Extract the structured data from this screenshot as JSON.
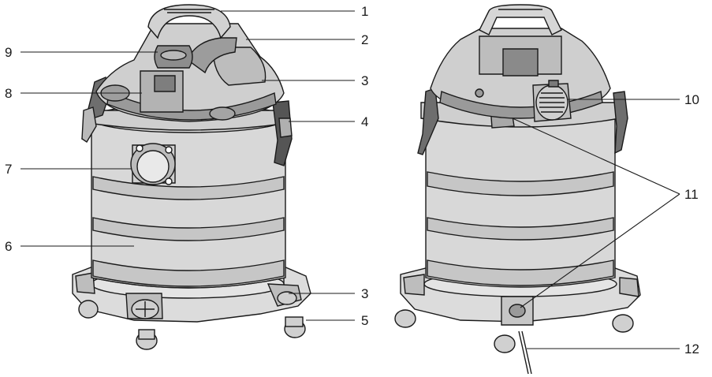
{
  "callouts": {
    "c1": "1",
    "c2": "2",
    "c3a": "3",
    "c4": "4",
    "c5": "5",
    "c6": "6",
    "c7": "7",
    "c8": "8",
    "c9": "9",
    "c3b": "3",
    "c10": "10",
    "c11": "11",
    "c12": "12"
  },
  "colors": {
    "tank": "#d8d8d8",
    "tank_band": "#c4c4c4",
    "head": "#cfcfcf",
    "dark_part": "#8a8a8a",
    "outline": "#1a1a1a"
  }
}
